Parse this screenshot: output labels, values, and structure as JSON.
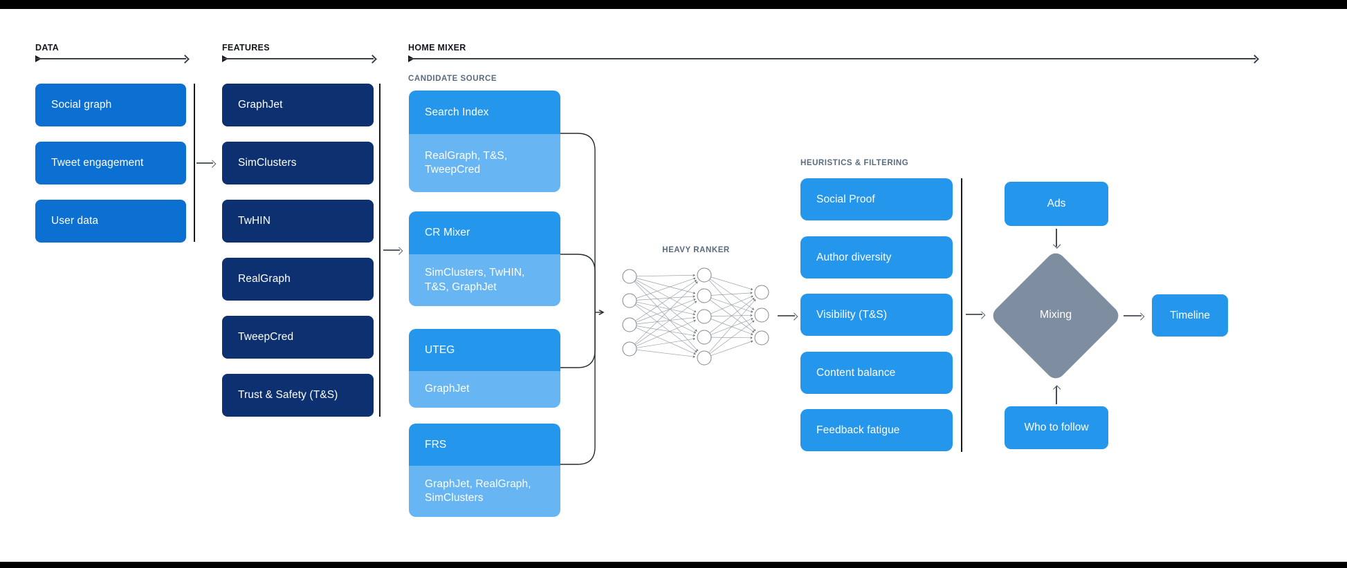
{
  "headers": {
    "data": "DATA",
    "features": "FEATURES",
    "home_mixer": "HOME MIXER"
  },
  "sublabels": {
    "candidate_source": "CANDIDATE SOURCE",
    "heavy_ranker": "HEAVY RANKER",
    "heuristics": "HEURISTICS & FILTERING"
  },
  "data_boxes": [
    {
      "label": "Social graph"
    },
    {
      "label": "Tweet engagement"
    },
    {
      "label": "User data"
    }
  ],
  "feature_boxes": [
    {
      "label": "GraphJet"
    },
    {
      "label": "SimClusters"
    },
    {
      "label": "TwHIN"
    },
    {
      "label": "RealGraph"
    },
    {
      "label": "TweepCred"
    },
    {
      "label": "Trust & Safety (T&S)"
    }
  ],
  "candidate_sources": [
    {
      "title": "Search Index",
      "features_used": "RealGraph, T&S,\nTweepCred"
    },
    {
      "title": "CR Mixer",
      "features_used": "SimClusters, TwHIN,\nT&S, GraphJet"
    },
    {
      "title": "UTEG",
      "features_used": "GraphJet"
    },
    {
      "title": "FRS",
      "features_used": "GraphJet, RealGraph,\nSimClusters"
    }
  ],
  "heuristic_boxes": [
    {
      "label": "Social Proof"
    },
    {
      "label": "Author diversity"
    },
    {
      "label": "Visibility (T&S)"
    },
    {
      "label": "Content balance"
    },
    {
      "label": "Feedback fatigue"
    }
  ],
  "mixing_stage": {
    "ads": "Ads",
    "diamond": "Mixing",
    "who_to_follow": "Who to follow",
    "timeline": "Timeline"
  },
  "heavy_ranker": {
    "layers": [
      4,
      5,
      3
    ]
  },
  "colors": {
    "data_box": "#0B70D1",
    "feature_box": "#0D3070",
    "candidate_head": "#2497EC",
    "candidate_sub": "#67B6F3",
    "heuristic_box": "#2497EC",
    "mixing_diamond": "#7E8D9F",
    "box_text": "#FFFFFF",
    "section_header_text": "#14181D",
    "subsection_label_text": "#5A6B7E",
    "top_bottom_bars": "#000000"
  }
}
